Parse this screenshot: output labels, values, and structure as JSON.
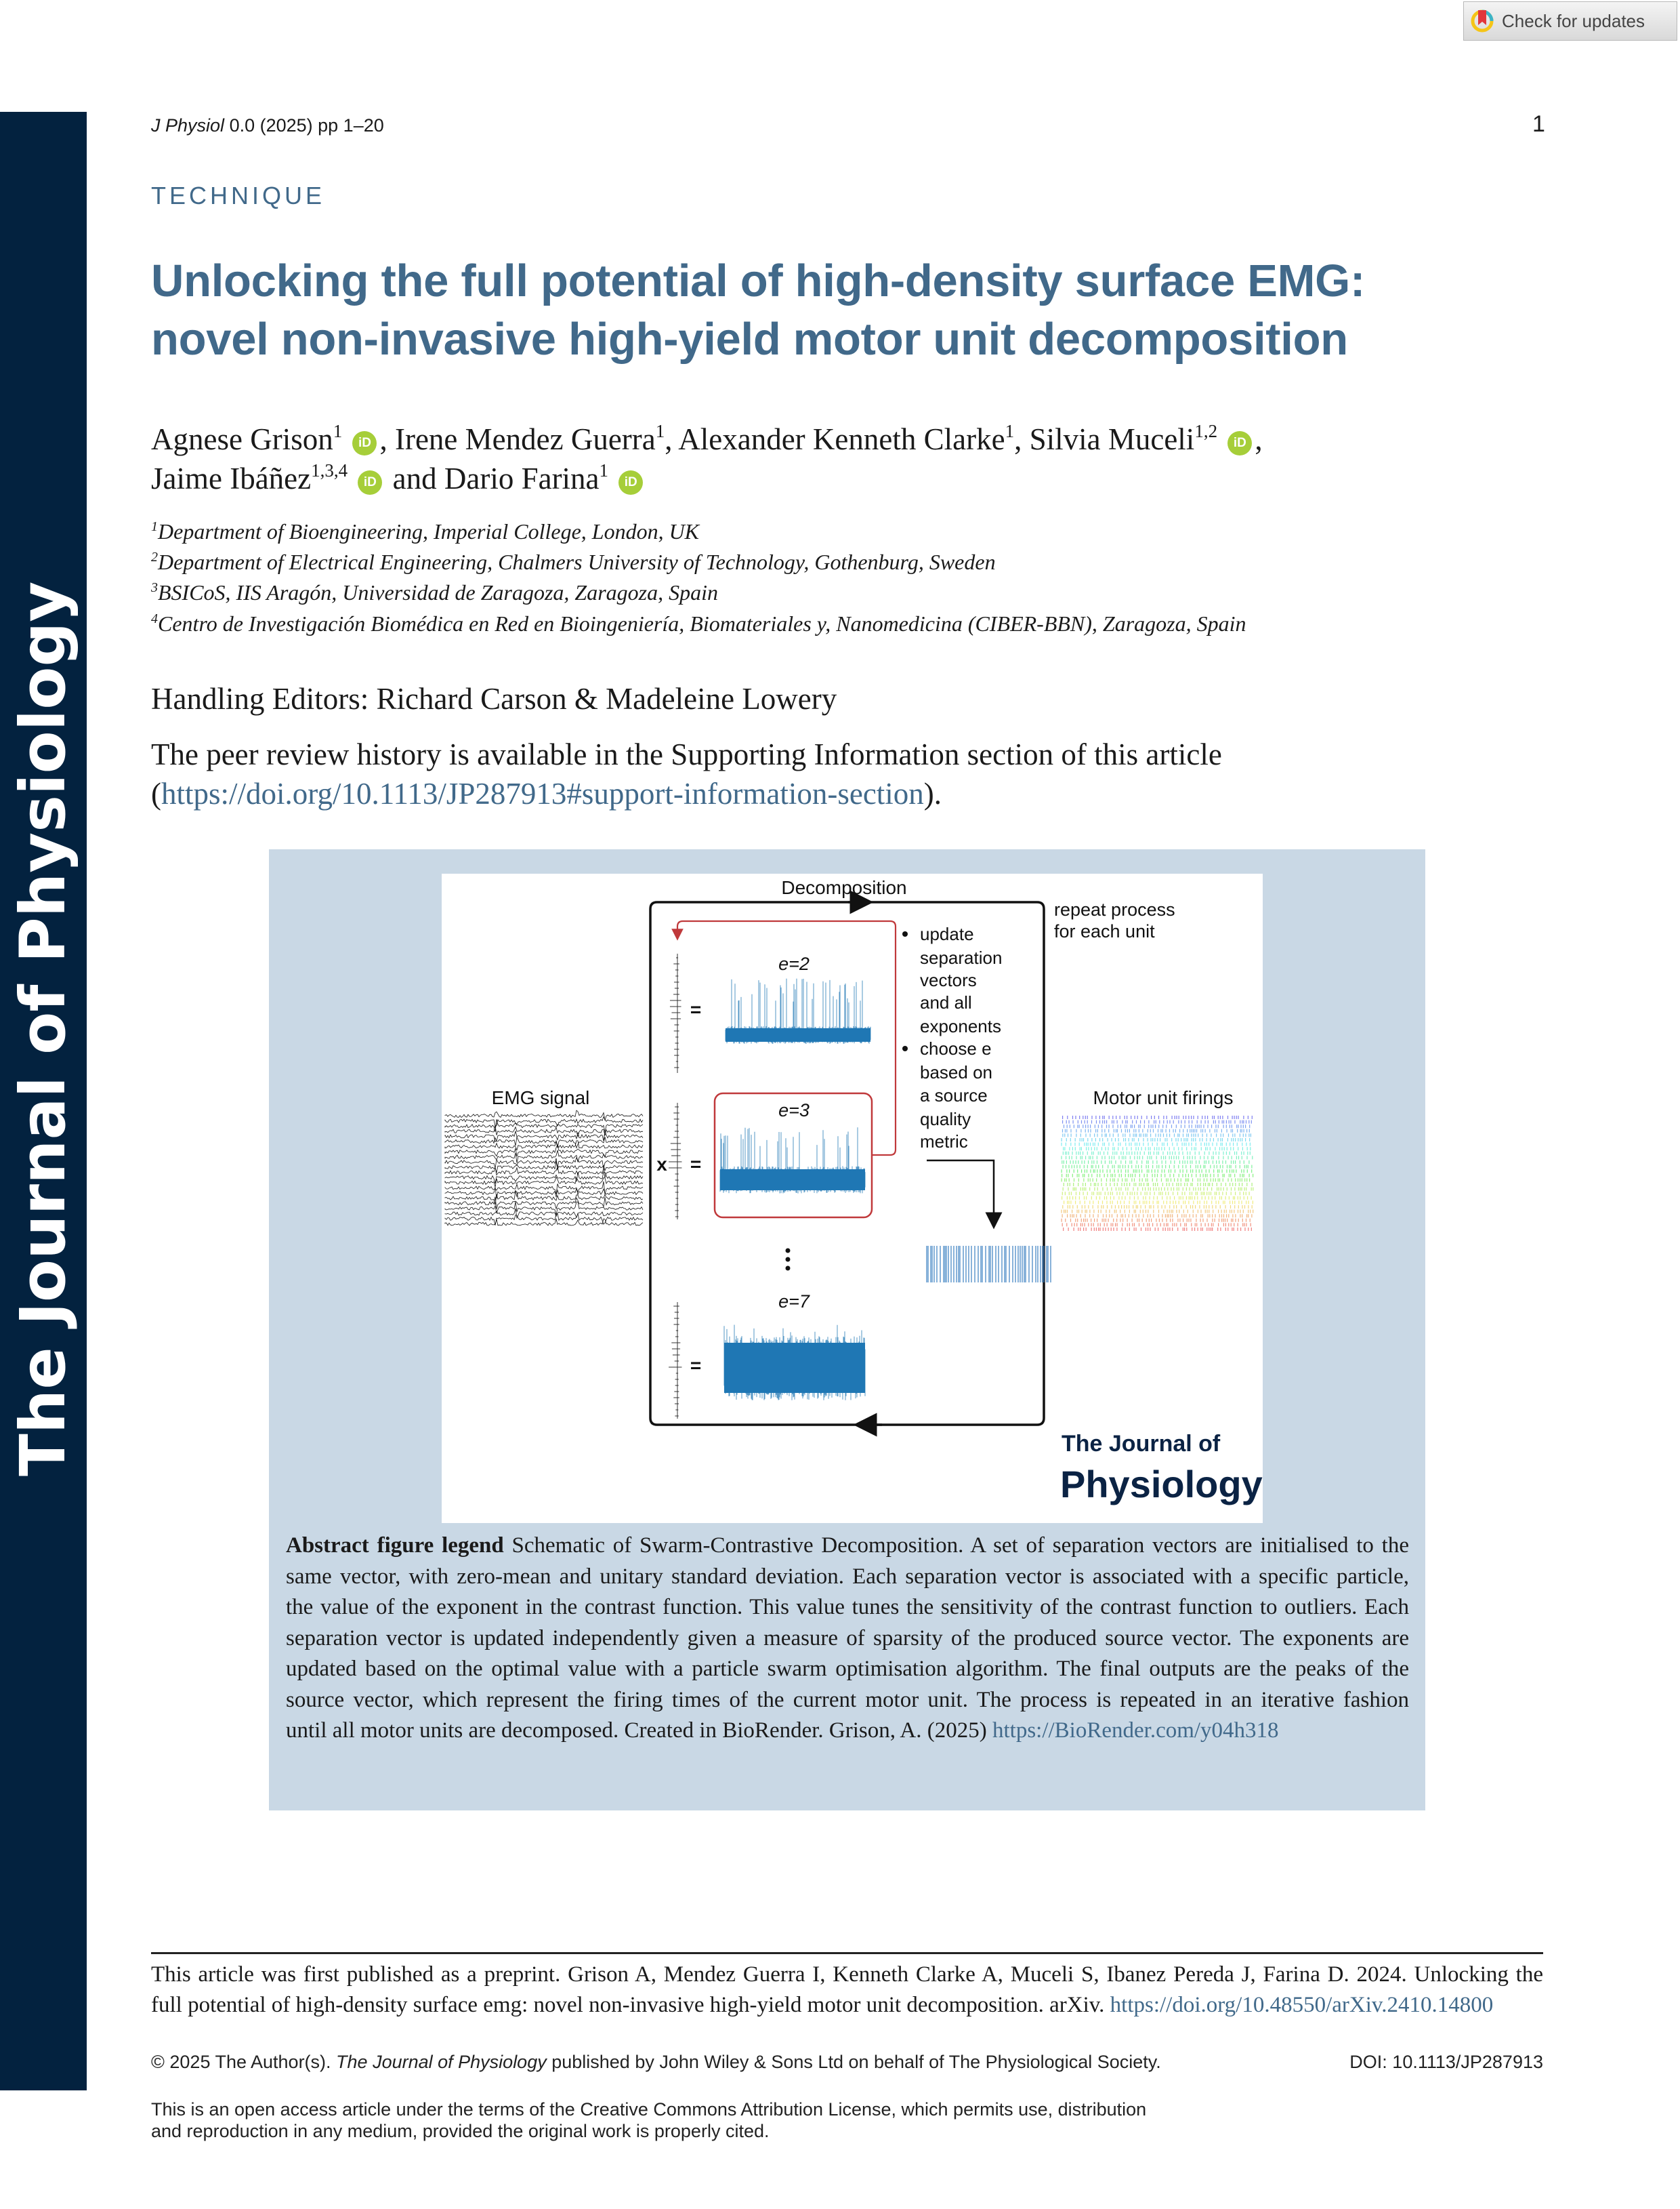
{
  "check_updates": {
    "label": "Check for updates",
    "icon": "crossmark-icon"
  },
  "sidebar": {
    "journal_name": "The Journal of Physiology"
  },
  "header": {
    "journal_abbrev": "J Physiol",
    "volume_info": "0.0 (2025) pp 1–20",
    "page_number": "1"
  },
  "article": {
    "type": "TECHNIQUE",
    "title_lines": [
      "Unlocking the full potential of high-density surface EMG:",
      "novel non-invasive high-yield motor unit decomposition"
    ],
    "authors_line1": [
      {
        "name": "Agnese Grison",
        "sup": "1",
        "orcid": true,
        "sep": ", "
      },
      {
        "name": "Irene Mendez Guerra",
        "sup": "1",
        "orcid": false,
        "sep": ", "
      },
      {
        "name": "Alexander Kenneth Clarke",
        "sup": "1",
        "orcid": false,
        "sep": ", "
      },
      {
        "name": "Silvia Muceli",
        "sup": "1,2",
        "orcid": true,
        "sep": ","
      }
    ],
    "authors_line2": [
      {
        "name": "Jaime Ibáñez",
        "sup": "1,3,4",
        "orcid": true,
        "sep": " and "
      },
      {
        "name": "Dario Farina",
        "sup": "1",
        "orcid": true,
        "sep": ""
      }
    ],
    "orcid_label": "iD",
    "affiliations": [
      {
        "sup": "1",
        "text": "Department of Bioengineering, Imperial College, London, UK"
      },
      {
        "sup": "2",
        "text": "Department of Electrical Engineering, Chalmers University of Technology, Gothenburg, Sweden"
      },
      {
        "sup": "3",
        "text": "BSICoS, IIS Aragón, Universidad de Zaragoza, Zaragoza, Spain"
      },
      {
        "sup": "4",
        "text": "Centro de Investigación Biomédica en Red en Bioingeniería, Biomateriales y, Nanomedicina (CIBER-BBN), Zaragoza, Spain"
      }
    ],
    "handling_editors": "Handling Editors: Richard Carson & Madeleine Lowery",
    "peer_review_text": "The peer review history is available in the Supporting Information section of this article",
    "peer_review_open": "(",
    "peer_review_link": "https://doi.org/10.1113/JP287913#support-information-section",
    "peer_review_close": ")."
  },
  "figure": {
    "decomposition_label": "Decomposition",
    "repeat_label_lines": [
      "repeat process",
      "for each unit"
    ],
    "emg_label": "EMG signal",
    "motor_unit_label": "Motor unit firings",
    "multiply_symbol": "x",
    "equals_symbol": "=",
    "exponents": [
      "e=2",
      "e=3",
      "e=7"
    ],
    "selected_exponent": "e=3",
    "bullet_lines": [
      {
        "bullet": true,
        "text": "update"
      },
      {
        "bullet": false,
        "text": "separation"
      },
      {
        "bullet": false,
        "text": "vectors"
      },
      {
        "bullet": false,
        "text": "and all"
      },
      {
        "bullet": false,
        "text": "exponents"
      },
      {
        "bullet": true,
        "text": "choose e"
      },
      {
        "bullet": false,
        "text": "based on"
      },
      {
        "bullet": false,
        "text": "a source"
      },
      {
        "bullet": false,
        "text": "quality"
      },
      {
        "bullet": false,
        "text": "metric"
      }
    ],
    "logo_lines": [
      "The Journal of",
      "Physiology"
    ],
    "colors": {
      "signal": "#1f77b4",
      "highlight": "#c0393b",
      "panel_bg": "#c9d8e5",
      "logo": "#0b2344"
    }
  },
  "legend": {
    "heading": "Abstract figure legend",
    "lines": [
      " Schematic of Swarm-Contrastive Decomposition. A set of separation vectors are initialised to the",
      "same vector, with zero-mean and unitary standard deviation. Each separation vector is associated with a specific particle,",
      "the value of the exponent in the contrast function. This value tunes the sensitivity of the contrast function to outliers. Each",
      "separation vector is updated independently given a measure of sparsity of the produced source vector. The exponents are",
      "updated based on the optimal value with a particle swarm optimisation algorithm. The final outputs are the peaks of the",
      "source vector, which represent the firing times of the current motor unit. The process is repeated in an iterative fashion",
      "until all motor units are decomposed. Created in BioRender. Grison, A. (2025) "
    ],
    "link": "https://BioRender.com/y04h318"
  },
  "footer": {
    "preprint_line1": "This article was first published as a preprint. Grison A, Mendez Guerra I, Kenneth Clarke A, Muceli S, Ibanez Pereda J, Farina D. 2024. Unlocking the",
    "preprint_line2": "full potential of high-density surface emg: novel non-invasive high-yield motor unit decomposition. arXiv. ",
    "preprint_link": "https://doi.org/10.48550/arXiv.2410.14800",
    "copyright_prefix": "© 2025 The Author(s). ",
    "copyright_journal": "The Journal of Physiology",
    "copyright_suffix": " published by John Wiley & Sons Ltd on behalf of The Physiological Society.",
    "doi": "DOI: 10.1113/JP287913",
    "license_lines": [
      "This is an open access article under the terms of the Creative Commons Attribution License, which permits use, distribution",
      "and reproduction in any medium, provided the original work is properly cited."
    ]
  },
  "colors": {
    "accent": "#41698a",
    "sidebar": "#03223f"
  }
}
